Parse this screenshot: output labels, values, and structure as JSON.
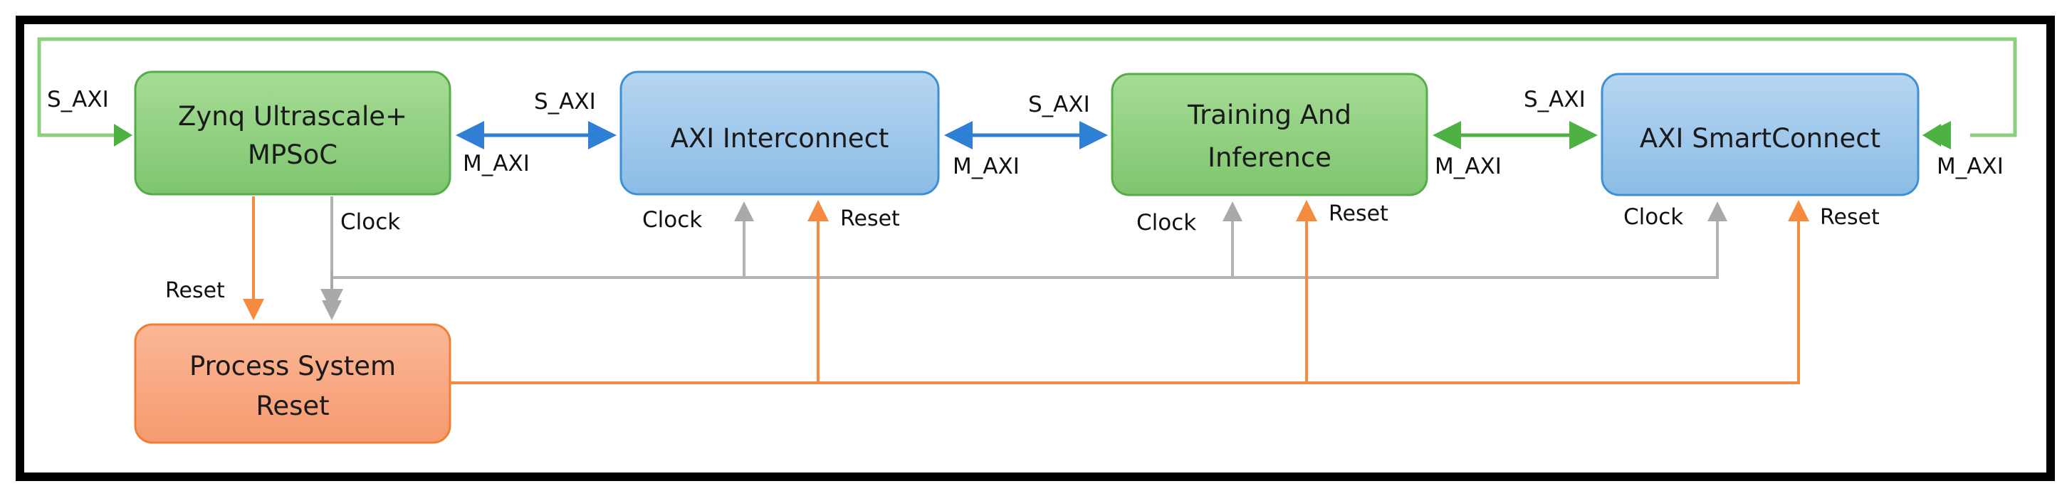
{
  "blocks": {
    "zynq": {
      "line1": "Zynq Ultrascale+",
      "line2": "MPSoC"
    },
    "axi_interconnect": {
      "label": "AXI Interconnect"
    },
    "training": {
      "line1": "Training And",
      "line2": "Inference"
    },
    "smartconnect": {
      "label": "AXI SmartConnect"
    },
    "psr": {
      "line1": "Process System",
      "line2": "Reset"
    }
  },
  "labels": {
    "s_axi": "S_AXI",
    "m_axi": "M_AXI",
    "clock": "Clock",
    "reset": "Reset"
  },
  "colors": {
    "green_fill": "#8fcf80",
    "green_stroke": "#55ad47",
    "blue_fill": "#9cc6ea",
    "blue_stroke": "#3d8fd6",
    "orange_fill": "#f8a883",
    "orange_stroke": "#f07f35",
    "axi_blue": "#2f7fd4",
    "axi_green": "#4db243",
    "clock_gray": "#a9a9a9",
    "reset_orange": "#f58b3f"
  }
}
